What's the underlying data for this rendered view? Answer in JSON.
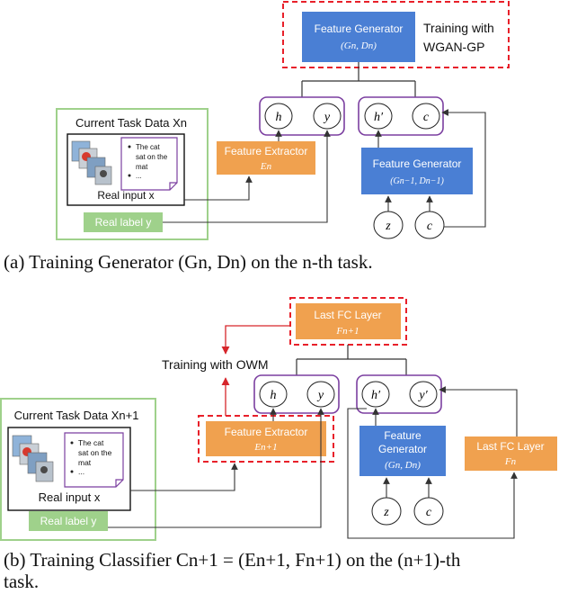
{
  "colors": {
    "blue": "#4a7fd4",
    "orange": "#f0a14f",
    "green_fill": "#9fd18b",
    "green_border": "#8ac46d",
    "purple": "#7b3fa0",
    "red_dash": "#e8202a",
    "red_arrow": "#d6262b",
    "line": "#333333"
  },
  "icons": {
    "doc": "page-with-folded-corner-icon",
    "images": "stacked-photo-thumbnails-icon"
  },
  "panel_a": {
    "feature_generator_label": "Feature Generator",
    "feature_generator_sub": "(Gn, Dn)",
    "training_note_line1": "Training with",
    "training_note_line2": "WGAN-GP",
    "current_task_title": "Current Task Data Xn",
    "doc_lines": [
      "The cat",
      "sat on the",
      "mat",
      "..."
    ],
    "real_input_label": "Real input x",
    "real_label": "Real label y",
    "feature_extractor_label": "Feature Extractor",
    "feature_extractor_sub": "En",
    "pair_left": [
      "h",
      "y"
    ],
    "pair_right": [
      "h′",
      "c"
    ],
    "prev_generator_label": "Feature Generator",
    "prev_generator_sub": "(Gn−1, Dn−1)",
    "noise_inputs": [
      "z",
      "c"
    ],
    "caption": "(a) Training Generator (Gn, Dn) on the n-th task."
  },
  "panel_b": {
    "last_fc_label": "Last FC Layer",
    "last_fc_sub": "Fn+1",
    "training_note": "Training with OWM",
    "current_task_title": "Current Task Data Xn+1",
    "doc_lines": [
      "The cat",
      "sat on the",
      "mat",
      "..."
    ],
    "real_input_label": "Real input x",
    "real_label": "Real label y",
    "feature_extractor_label": "Feature Extractor",
    "feature_extractor_sub": "En+1",
    "pair_left": [
      "h",
      "y"
    ],
    "pair_right": [
      "h′",
      "y′"
    ],
    "generator_line1": "Feature",
    "generator_line2": "Generator",
    "generator_sub": "(Gn, Dn)",
    "prev_fc_label": "Last FC Layer",
    "prev_fc_sub": "Fn",
    "noise_inputs": [
      "z",
      "c"
    ],
    "caption_line1": "(b) Training Classifier Cn+1 = (En+1, Fn+1) on the (n+1)-th",
    "caption_line2": "task."
  }
}
